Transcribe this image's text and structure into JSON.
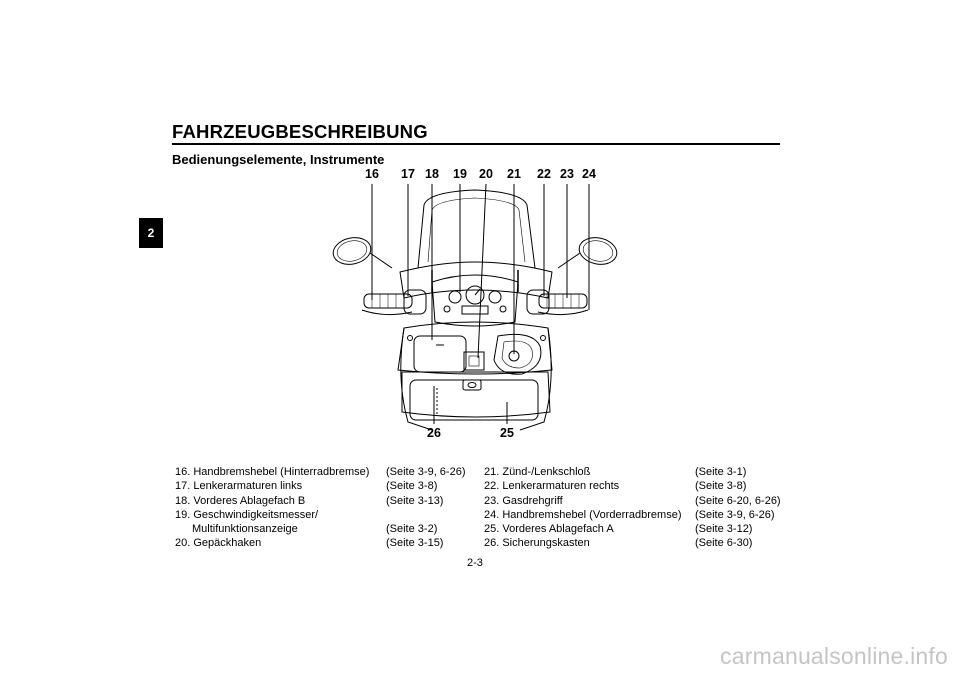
{
  "header": {
    "title": "FAHRZEUGBESCHREIBUNG",
    "chapter_number": "2"
  },
  "section_heading": "Bedienungselemente, Instrumente",
  "callouts_top": [
    "16",
    "17",
    "18",
    "19",
    "20",
    "21",
    "22",
    "23",
    "24"
  ],
  "callouts_bottom": [
    "26",
    "25"
  ],
  "items_left": [
    {
      "label": "16. Handbremshebel (Hinterradbremse)",
      "ref": "(Seite 3-9, 6-26)"
    },
    {
      "label": "17. Lenkerarmaturen links",
      "ref": "(Seite 3-8)"
    },
    {
      "label": "18. Vorderes Ablagefach B",
      "ref": "(Seite 3-13)"
    },
    {
      "label": "19. Geschwindigkeitsmesser/",
      "ref": ""
    },
    {
      "label": "Multifunktionsanzeige",
      "ref": "(Seite 3-2)"
    },
    {
      "label": "20. Gepäckhaken",
      "ref": "(Seite 3-15)"
    }
  ],
  "items_right": [
    {
      "label": "21. Zünd-/Lenkschloß",
      "ref": "(Seite 3-1)"
    },
    {
      "label": "22. Lenkerarmaturen rechts",
      "ref": "(Seite 3-8)"
    },
    {
      "label": "23. Gasdrehgriff",
      "ref": "(Seite 6-20, 6-26)"
    },
    {
      "label": "24. Handbremshebel (Vorderradbremse)",
      "ref": "(Seite 3-9, 6-26)"
    },
    {
      "label": "25. Vorderes Ablagefach A",
      "ref": "(Seite 3-12)"
    },
    {
      "label": "26. Sicherungskasten",
      "ref": "(Seite 6-30)"
    }
  ],
  "page_number": "2-3",
  "watermark": "carmanualsonline.info"
}
